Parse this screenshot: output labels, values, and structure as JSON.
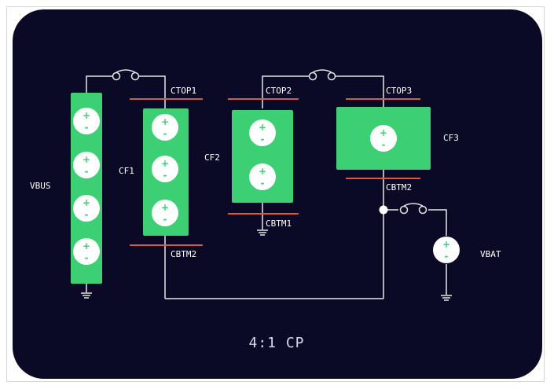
{
  "diagram": {
    "title": "4:1 CP",
    "labels": {
      "vbus": "VBUS",
      "cf1": "CF1",
      "cf2": "CF2",
      "cf3": "CF3",
      "vbat": "VBAT",
      "ctop1": "CTOP1",
      "ctop2": "CTOP2",
      "ctop3": "CTOP3",
      "cbtm2_left": "CBTM2",
      "cbtm1": "CBTM1",
      "cbtm2_right": "CBTM2"
    },
    "colors": {
      "background": "#0b0a26",
      "block": "#3ccf73",
      "wire": "#e6e6e6",
      "plate": "#e0553c"
    }
  }
}
